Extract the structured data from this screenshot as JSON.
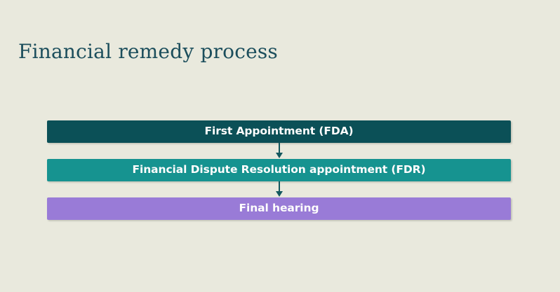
{
  "slide": {
    "title": "Financial remedy process",
    "background_color": "#e9e9dd",
    "title_color": "#1c4e5c"
  },
  "flow": {
    "arrow_color": "#14585e",
    "arrow_icon_name": "arrow-down-icon",
    "steps": [
      {
        "id": "fda",
        "label": "First Appointment (FDA)",
        "fill_color": "#0b5057",
        "text_color": "#ffffff"
      },
      {
        "id": "fdr",
        "label": "Financial Dispute Resolution appointment (FDR)",
        "fill_color": "#169390",
        "text_color": "#ffffff"
      },
      {
        "id": "final-hearing",
        "label": "Final hearing",
        "fill_color": "#997bd7",
        "text_color": "#ffffff"
      }
    ]
  },
  "chart_data": {
    "type": "diagram",
    "diagram_type": "flowchart-vertical",
    "title": "Financial remedy process",
    "nodes": [
      {
        "order": 1,
        "label": "First Appointment (FDA)",
        "color": "#0b5057"
      },
      {
        "order": 2,
        "label": "Financial Dispute Resolution appointment (FDR)",
        "color": "#169390"
      },
      {
        "order": 3,
        "label": "Final hearing",
        "color": "#997bd7"
      }
    ],
    "edges": [
      {
        "from": "First Appointment (FDA)",
        "to": "Financial Dispute Resolution appointment (FDR)",
        "style": "arrow-down"
      },
      {
        "from": "Financial Dispute Resolution appointment (FDR)",
        "to": "Final hearing",
        "style": "arrow-down"
      }
    ]
  }
}
